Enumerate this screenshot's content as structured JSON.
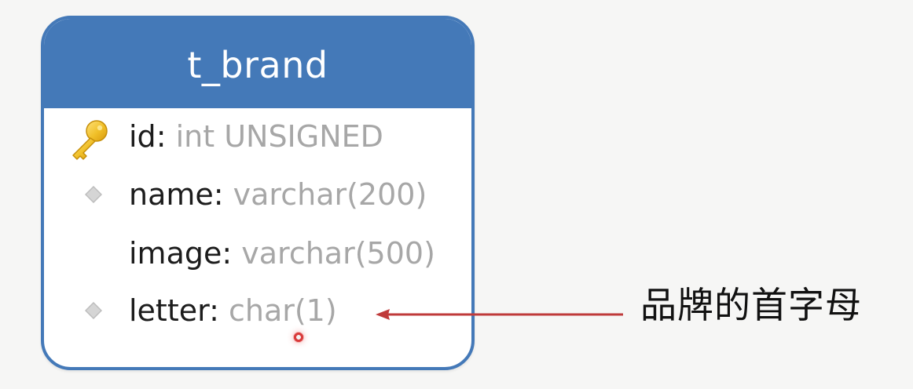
{
  "diagram": {
    "table": {
      "title": "t_brand",
      "fields": [
        {
          "name": "id",
          "separator": ":",
          "type": " int UNSIGNED",
          "icon": "key-icon"
        },
        {
          "name": "name",
          "separator": ":",
          "type": " varchar(200)",
          "icon": "diamond-icon"
        },
        {
          "name": "image",
          "separator": ":",
          "type": " varchar(500)",
          "icon": ""
        },
        {
          "name": "letter",
          "separator": ":",
          "type": " char(1)",
          "icon": "diamond-icon"
        }
      ]
    },
    "annotation": {
      "text": "品牌的首字母",
      "arrow_color": "#bf3a3a"
    }
  },
  "colors": {
    "header": "#4479b8",
    "border": "#4479b8",
    "field_name": "#1c1c1c",
    "field_type": "#a7a7a7"
  }
}
